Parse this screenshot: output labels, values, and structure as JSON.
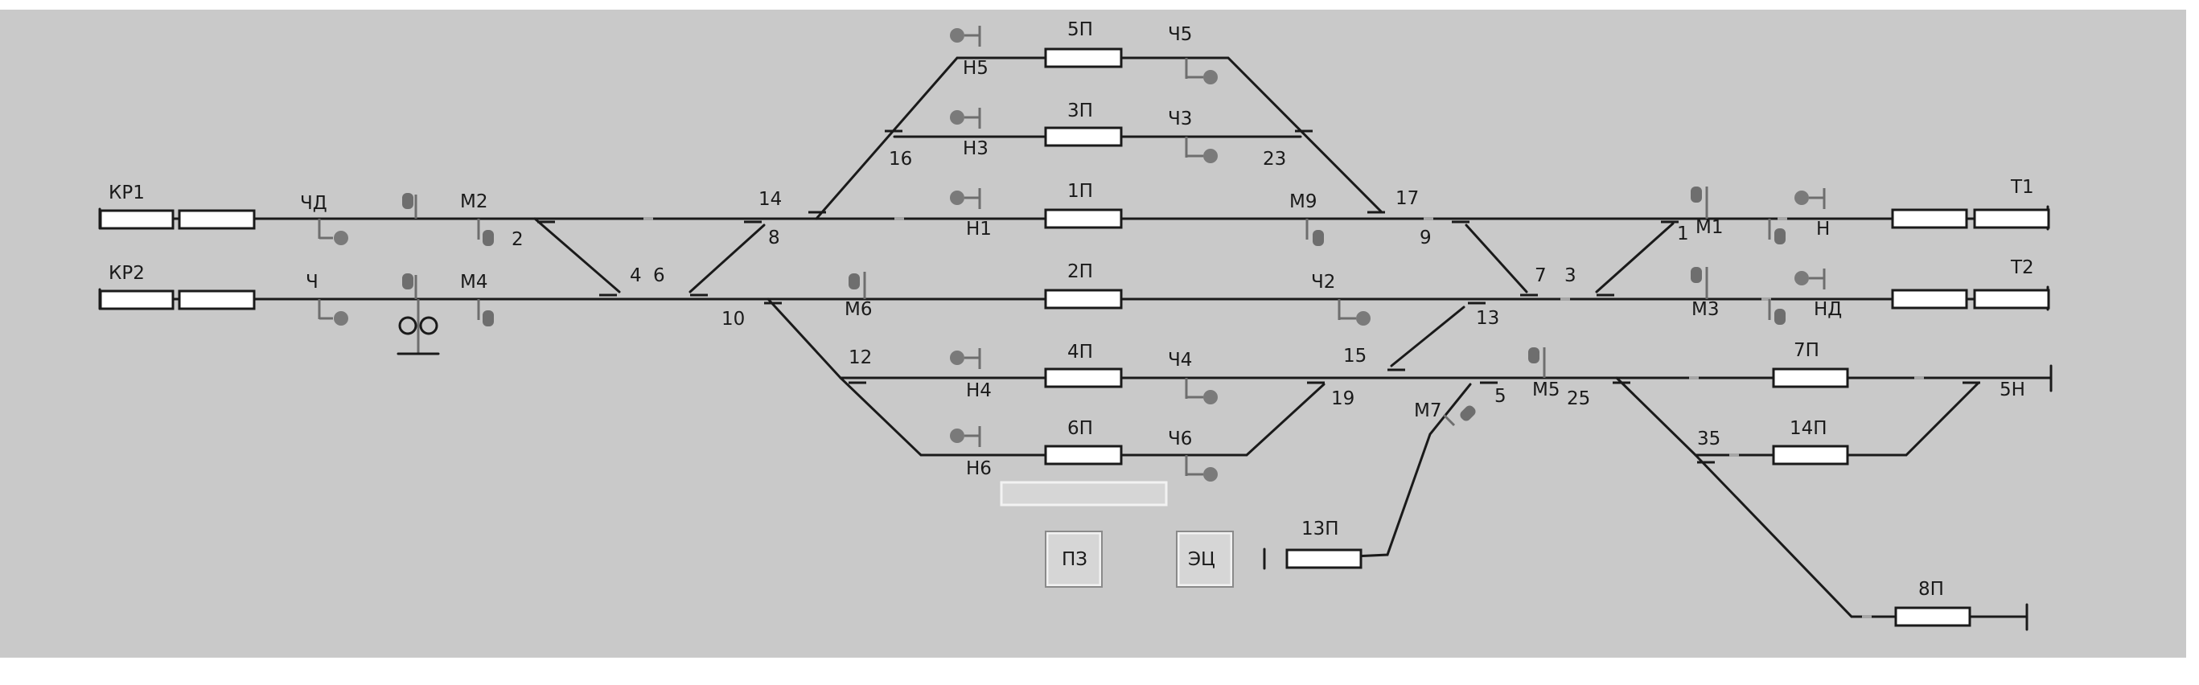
{
  "colors": {
    "panel": "#c9c9c9",
    "track": "#1a1a1a",
    "signal_lamp": "#7a7a7a"
  },
  "labels": {
    "kr1": "КР1",
    "kr2": "КР2",
    "t1": "Т1",
    "t2": "Т2",
    "chd": "ЧД",
    "ch": "Ч",
    "m2": "М2",
    "m4": "М4",
    "n5": "Н5",
    "n3": "Н3",
    "n1": "Н1",
    "m6": "М6",
    "n4": "Н4",
    "n6": "Н6",
    "ch5": "Ч5",
    "ch3": "Ч3",
    "m9": "М9",
    "ch2": "Ч2",
    "ch4": "Ч4",
    "ch6": "Ч6",
    "m1": "М1",
    "m3": "М3",
    "n": "Н",
    "nd": "НД",
    "m5": "М5",
    "m7": "М7",
    "p5": "5П",
    "p3": "3П",
    "p1": "1П",
    "p2": "2П",
    "p4": "4П",
    "p6": "6П",
    "p7": "7П",
    "p14": "14П",
    "p8": "8П",
    "p13": "13П",
    "bn": "5Н",
    "sw1": "1",
    "sw2": "2",
    "sw3": "3",
    "sw4": "4",
    "sw5": "5",
    "sw6": "6",
    "sw7": "7",
    "sw8": "8",
    "sw9": "9",
    "sw10": "10",
    "sw12": "12",
    "sw13": "13",
    "sw14": "14",
    "sw15": "15",
    "sw16": "16",
    "sw17": "17",
    "sw19": "19",
    "sw23": "23",
    "sw25": "25",
    "sw35": "35"
  },
  "buttons": {
    "pz": "ПЗ",
    "ec": "ЭЦ"
  }
}
